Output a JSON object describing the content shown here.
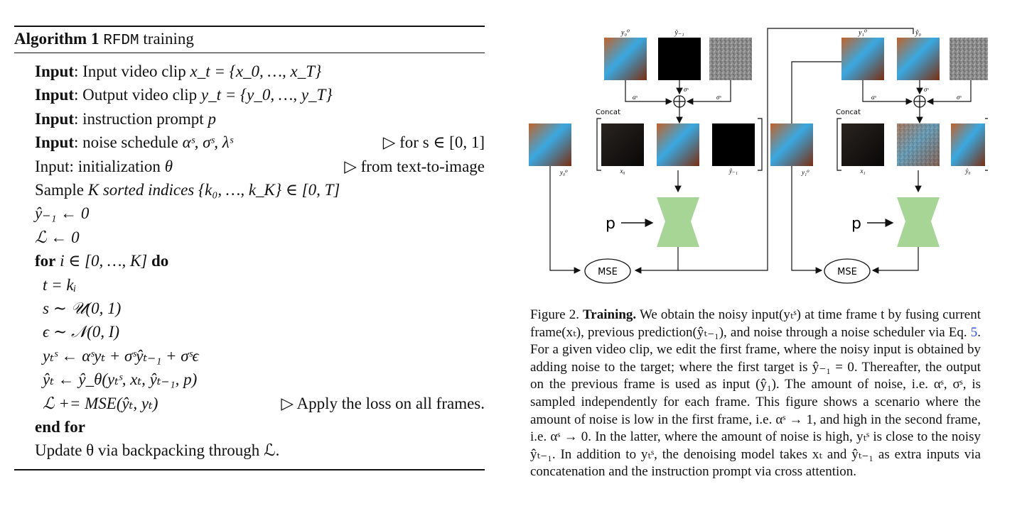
{
  "algorithm": {
    "label": "Algorithm 1",
    "name": "RFDM",
    "name_suffix": "training",
    "lines": [
      {
        "kw": "Input",
        "text": ": Input video clip ",
        "math": "x_t = {x_0, …, x_T}",
        "comment": ""
      },
      {
        "kw": "Input",
        "text": ": Output video clip ",
        "math": "y_t = {y_0, …, y_T}",
        "comment": ""
      },
      {
        "kw": "Input",
        "text": ": instruction prompt ",
        "math": "p",
        "comment": ""
      },
      {
        "kw": "Input",
        "text": ": noise schedule ",
        "math": "αˢ, σˢ, λˢ",
        "comment": "▷ for s ∈ [0, 1]"
      },
      {
        "kw": "",
        "text": "Input: initialization ",
        "math": "θ",
        "comment": "▷ from text-to-image"
      },
      {
        "kw": "",
        "text": "Sample ",
        "math": "K sorted indices {k₀, …, k_K} ∈ [0, T]",
        "comment": ""
      },
      {
        "kw": "",
        "text": "",
        "math": "ŷ₋₁ ← 0",
        "comment": ""
      },
      {
        "kw": "",
        "text": "",
        "math": "ℒ ← 0",
        "comment": ""
      },
      {
        "kw": "for",
        "text": " ",
        "math": "i ∈ [0, …, K]",
        "kw2": " do",
        "comment": ""
      },
      {
        "kw": "",
        "text": "",
        "math": "t = kᵢ",
        "comment": "",
        "indent": true
      },
      {
        "kw": "",
        "text": "",
        "math": "s ∼ 𝒰(0, 1)",
        "comment": "",
        "indent": true
      },
      {
        "kw": "",
        "text": "",
        "math": "ϵ ∼ 𝒩(0, I)",
        "comment": "",
        "indent": true
      },
      {
        "kw": "",
        "text": "",
        "math": "yₜˢ ← αˢyₜ + σˢŷₜ₋₁ + σˢϵ",
        "comment": "",
        "indent": true
      },
      {
        "kw": "",
        "text": "",
        "math": "ŷₜ ← ŷ_θ(yₜˢ, xₜ, ŷₜ₋₁, p)",
        "comment": "",
        "indent": true
      },
      {
        "kw": "",
        "text": "",
        "math": "ℒ += MSE(ŷₜ, yₜ)",
        "comment": "▷ Apply the loss on all frames.",
        "indent": true
      },
      {
        "kw": "end for",
        "text": "",
        "math": "",
        "comment": ""
      },
      {
        "kw": "",
        "text": "Update θ via backpacking through ℒ.",
        "math": "",
        "comment": ""
      }
    ]
  },
  "figure": {
    "concat_label": "Concat",
    "p_label": "p",
    "mse_label": "MSE",
    "alpha": "αˢ",
    "sigma": "σˢ",
    "left": {
      "y0_top": "y₀⁰",
      "yhat_top": "ŷ₋₁",
      "y0_side": "y₀⁰",
      "x_bottom": "x₀",
      "yhat_bottom": "ŷ₋₁"
    },
    "right": {
      "y1_top": "y₁⁰",
      "yhat_top": "ŷ₀",
      "y1_side": "y₁⁰",
      "x_bottom": "x₁",
      "yhat_bottom": "ŷ₀"
    }
  },
  "caption": {
    "prefix": "Figure 2.",
    "bold": "Training.",
    "body": "We obtain the noisy input(yₜˢ) at time frame t by fusing current frame(xₜ), previous prediction(ŷₜ₋₁), and noise through a noise scheduler via Eq.",
    "eq_ref": "5",
    "body2": ". For a given video clip, we edit the first frame, where the noisy input is obtained by adding noise to the target; where the first target is ŷ₋₁ = 0. Thereafter, the output on the previous frame is used as input (ŷ₁). The amount of noise, i.e. αˢ, σˢ, is sampled independently for each frame. This figure shows a scenario where the amount of noise is low in the first frame, i.e. αˢ → 1, and high in the second frame, i.e. αˢ → 0. In the latter, where the amount of noise is high, yₜˢ is close to the noisy ŷₜ₋₁. In addition to yₜˢ, the denoising model takes xₜ and ŷₜ₋₁ as extra inputs via concatenation and the instruction prompt via cross attention."
  }
}
